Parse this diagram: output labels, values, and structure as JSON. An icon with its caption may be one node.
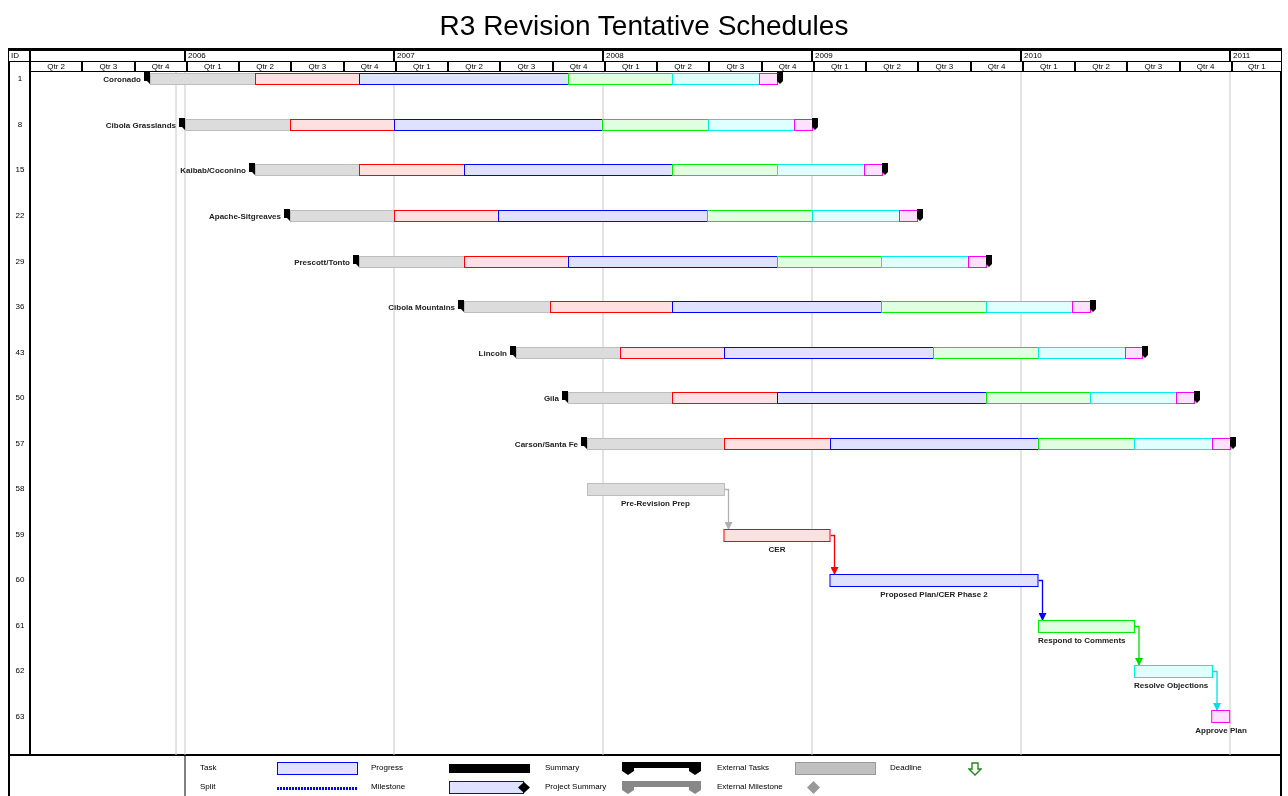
{
  "diagram": {
    "title": "R3 Revision Tentative Schedules",
    "nodes": [
      {
        "text": [
          "Coronado"
        ]
      },
      {
        "text": [
          "Cibola Grasslands"
        ]
      },
      {
        "text": [
          "Kaibab/Coconino"
        ]
      },
      {
        "text": [
          "Apache-Sitgreaves"
        ]
      },
      {
        "text": [
          "Prescott/Tonto"
        ]
      },
      {
        "text": [
          "Cibola Mountains"
        ]
      },
      {
        "text": [
          "Lincoln"
        ]
      },
      {
        "text": [
          "Gila"
        ]
      },
      {
        "text": [
          "Carson/Santa Fe"
        ]
      },
      {
        "text": [
          "Pre-Revision Prep"
        ]
      },
      {
        "text": [
          "CER"
        ]
      },
      {
        "text": [
          "Proposed Plan/CER Phase 2"
        ]
      },
      {
        "text": [
          "Respond to Comments"
        ]
      },
      {
        "text": [
          "Resolve Objections"
        ]
      },
      {
        "text": [
          "Approve Plan"
        ]
      }
    ],
    "edges": [
      {
        "from": 9,
        "to": 10,
        "arrow": "to",
        "color": "#b0b0b0"
      },
      {
        "from": 10,
        "to": 11,
        "arrow": "to",
        "color": "#ff0000"
      },
      {
        "from": 11,
        "to": 12,
        "arrow": "to",
        "color": "#0000ff"
      },
      {
        "from": 12,
        "to": 13,
        "arrow": "to",
        "color": "#00dd00"
      },
      {
        "from": 13,
        "to": 14,
        "arrow": "to",
        "color": "#00e0e0"
      }
    ],
    "labels": [
      "ID",
      "2006",
      "2007",
      "2008",
      "2009",
      "2010",
      "2011",
      "Qtr 2",
      "Qtr 3",
      "Qtr 4",
      "Qtr 1",
      "Qtr 2",
      "Qtr 3",
      "Qtr 4",
      "Qtr 1",
      "Qtr 2",
      "Qtr 3",
      "Qtr 4",
      "Qtr 1",
      "Qtr 2",
      "Qtr 3",
      "Qtr 4",
      "Qtr 1",
      "Qtr 2",
      "Qtr 3",
      "Qtr 4",
      "Qtr 1",
      "Qtr 2",
      "Qtr 3",
      "Qtr 4",
      "Qtr 1",
      "1",
      "8",
      "15",
      "22",
      "29",
      "36",
      "43",
      "50",
      "57",
      "58",
      "59",
      "60",
      "61",
      "62",
      "63"
    ],
    "legend": [
      {
        "text": "Task"
      },
      {
        "text": "Split"
      },
      {
        "text": "Progress"
      },
      {
        "text": "Milestone"
      },
      {
        "text": "Summary"
      },
      {
        "text": "Project Summary"
      },
      {
        "text": "External Tasks"
      },
      {
        "text": "External Milestone"
      },
      {
        "text": "Deadline"
      }
    ]
  }
}
